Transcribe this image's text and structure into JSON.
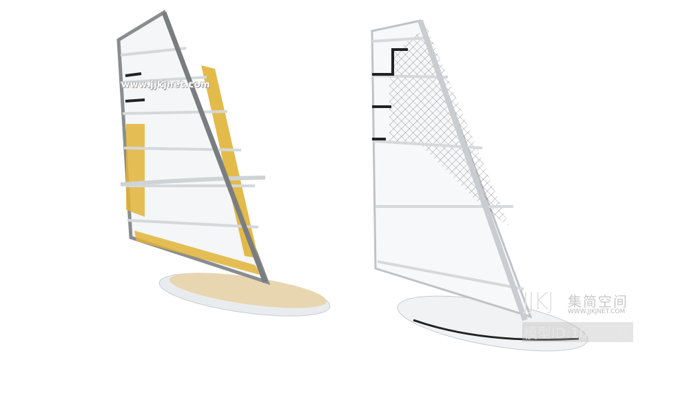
{
  "watermark_top": "www.jjkjnet.com",
  "watermark_logo": {
    "logo_letters": "JJKJ",
    "brand_cn": "集简空间",
    "url": "WWW.JJKJNET.COM",
    "model_id": "模型ID:1005846"
  },
  "colors": {
    "sail_accent": "#e0b437",
    "mast": "#7a7d80",
    "board_deck": "#e8d6b0"
  }
}
